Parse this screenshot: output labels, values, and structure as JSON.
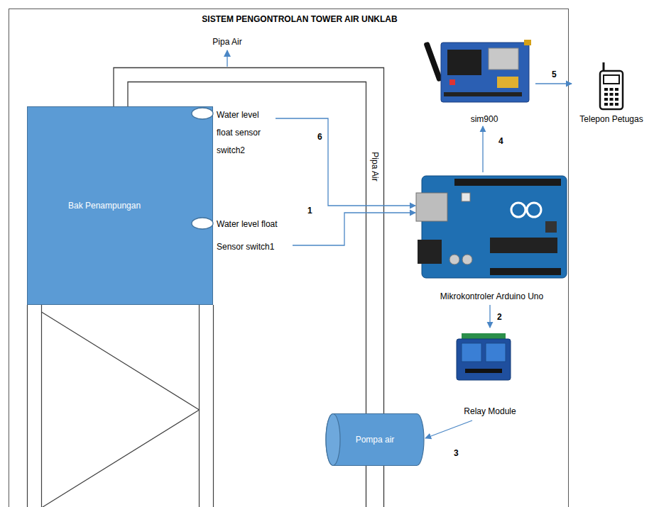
{
  "diagram": {
    "title": "SISTEM PENGONTROLAN TOWER AIR UNKLAB",
    "nodes": [
      {
        "text": [
          "sim900"
        ]
      },
      {
        "text": [
          "Telepon Petugas"
        ]
      },
      {
        "text": [
          "Bak Penampungan"
        ]
      },
      {
        "text": [
          "Water level float sensor switch2"
        ]
      },
      {
        "text": [
          "Mikrokontroler Arduino Uno"
        ]
      },
      {
        "text": [
          "Water level float Sensor switch1"
        ]
      },
      {
        "text": [
          "Relay Module"
        ]
      },
      {
        "text": [
          "Pompa air"
        ]
      }
    ],
    "edges": [
      {
        "from": 3,
        "to": 4,
        "label": "6",
        "arrow": "to"
      },
      {
        "from": 5,
        "to": 4,
        "label": "1",
        "arrow": "to"
      },
      {
        "from": 4,
        "to": 6,
        "label": "2",
        "arrow": "to"
      },
      {
        "from": 6,
        "to": 7,
        "label": "3",
        "arrow": "to"
      },
      {
        "from": 4,
        "to": 0,
        "label": "4",
        "arrow": "to"
      },
      {
        "from": 0,
        "to": 1,
        "label": "5",
        "arrow": "to"
      }
    ],
    "labels": [
      "Pipa Air",
      "Pipa Air"
    ]
  }
}
